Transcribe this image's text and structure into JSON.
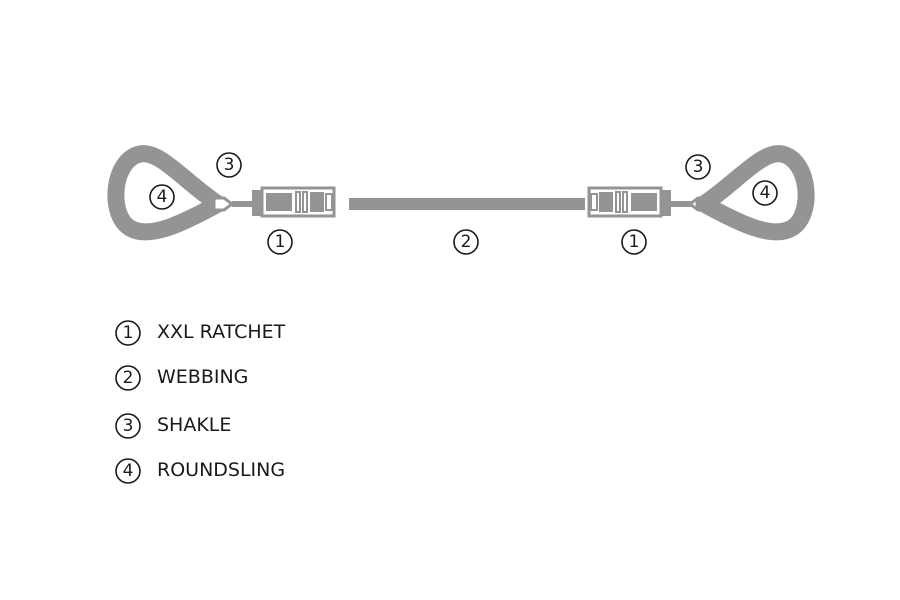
{
  "colors": {
    "strap": "#929591",
    "ink": "#1a1a1a",
    "background": "#ffffff"
  },
  "callouts": {
    "ratchet_left": "1",
    "webbing": "2",
    "ratchet_right": "1",
    "shackle_left": "3",
    "shackle_right": "3",
    "sling_left": "4",
    "sling_right": "4"
  },
  "legend": {
    "items": [
      {
        "number": "1",
        "label": "XXL RATCHET"
      },
      {
        "number": "2",
        "label": "WEBBING"
      },
      {
        "number": "3",
        "label": "SHAKLE"
      },
      {
        "number": "4",
        "label": "ROUNDSLING"
      }
    ]
  }
}
